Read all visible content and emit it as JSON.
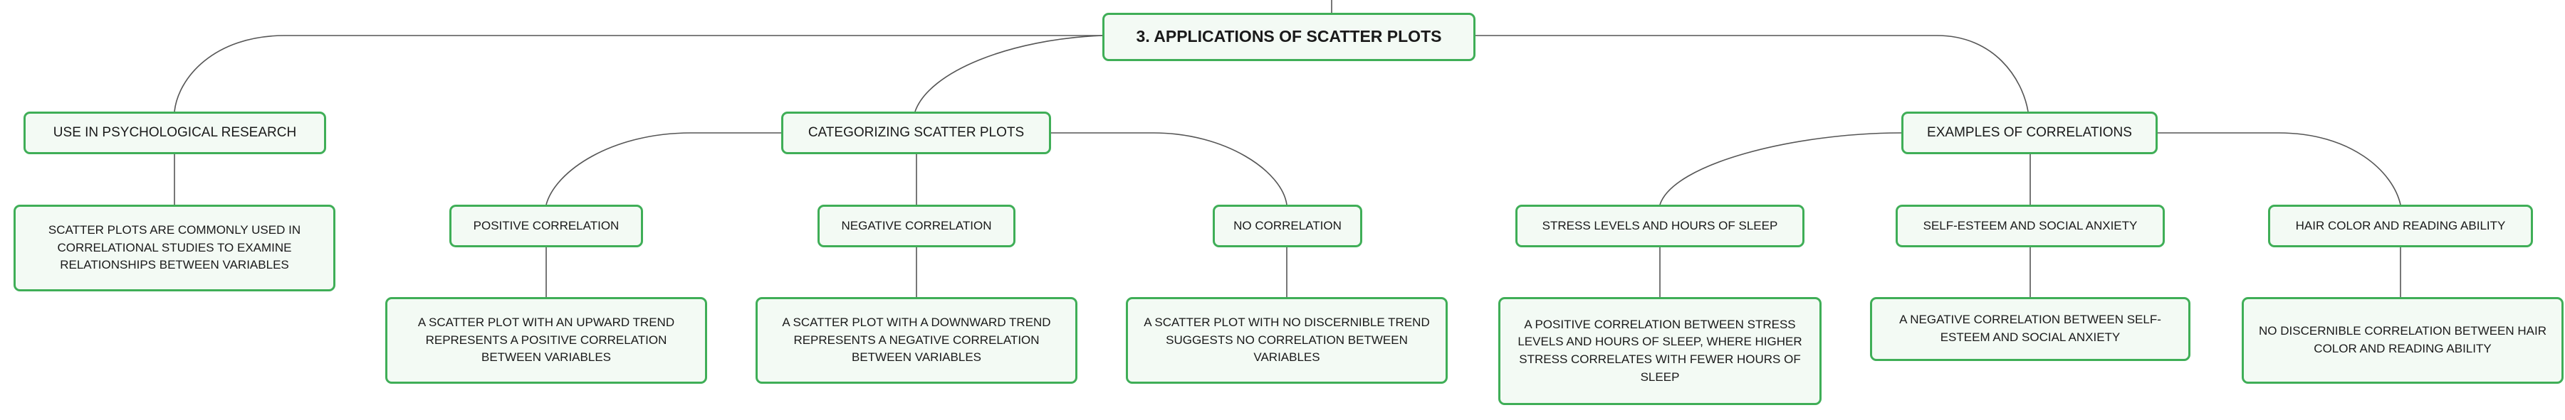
{
  "colors": {
    "node_border": "#3fae57",
    "node_fill": "#f3faf4",
    "edge": "#555555"
  },
  "mindmap": {
    "root": "3. APPLICATIONS OF SCATTER PLOTS",
    "branches": [
      {
        "label": "USE IN PSYCHOLOGICAL RESEARCH",
        "detail": "SCATTER PLOTS ARE COMMONLY USED IN CORRELATIONAL STUDIES TO EXAMINE RELATIONSHIPS BETWEEN VARIABLES"
      },
      {
        "label": "CATEGORIZING SCATTER PLOTS",
        "children": [
          {
            "label": "POSITIVE CORRELATION",
            "detail": "A SCATTER PLOT WITH AN UPWARD TREND REPRESENTS A POSITIVE CORRELATION BETWEEN VARIABLES"
          },
          {
            "label": "NEGATIVE CORRELATION",
            "detail": "A SCATTER PLOT WITH A DOWNWARD TREND REPRESENTS A NEGATIVE CORRELATION BETWEEN VARIABLES"
          },
          {
            "label": "NO CORRELATION",
            "detail": "A SCATTER PLOT WITH NO DISCERNIBLE TREND SUGGESTS NO CORRELATION BETWEEN VARIABLES"
          }
        ]
      },
      {
        "label": "EXAMPLES OF CORRELATIONS",
        "children": [
          {
            "label": "STRESS LEVELS AND HOURS OF SLEEP",
            "detail": "A POSITIVE CORRELATION BETWEEN STRESS LEVELS AND HOURS OF SLEEP, WHERE HIGHER STRESS CORRELATES WITH FEWER HOURS OF SLEEP"
          },
          {
            "label": "SELF-ESTEEM AND SOCIAL ANXIETY",
            "detail": "A NEGATIVE CORRELATION BETWEEN SELF-ESTEEM AND SOCIAL ANXIETY"
          },
          {
            "label": "HAIR COLOR AND READING ABILITY",
            "detail": "NO DISCERNIBLE CORRELATION BETWEEN HAIR COLOR AND READING ABILITY"
          }
        ]
      }
    ]
  }
}
